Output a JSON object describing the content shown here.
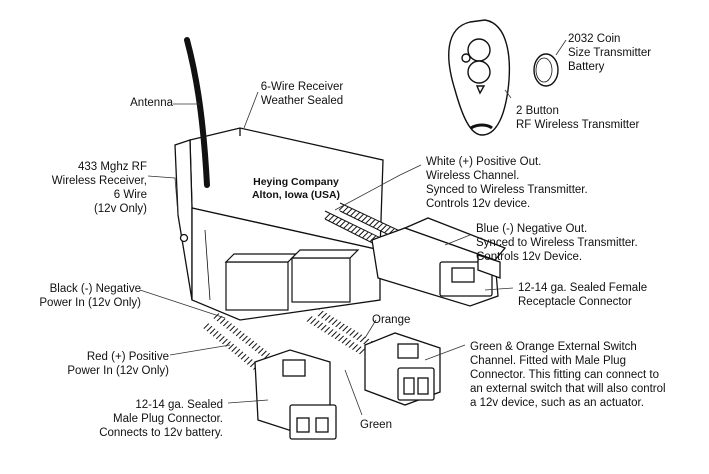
{
  "labels": {
    "antenna": "Antenna",
    "receiver_sealed": "6-Wire Receiver\nWeather Sealed",
    "rf_receiver": "433 Mghz RF\nWireless Receiver,\n6 Wire\n(12v Only)",
    "company": "Heying Company\nAlton, Iowa (USA)",
    "battery": "2032 Coin\nSize Transmitter\nBattery",
    "transmitter": "2 Button\nRF Wireless Transmitter",
    "white_out": "White (+) Positive Out.\nWireless Channel.\nSynced to Wireless Transmitter.\nControls 12v device.",
    "blue_out": "Blue (-) Negative Out.\nSynced to Wireless Transmitter.\nControls 12v Device.",
    "female_connector": "12-14 ga. Sealed Female\nReceptacle Connector",
    "black_in": "Black (-) Negative\nPower In (12v Only)",
    "orange": "Orange",
    "green_orange": "Green & Orange External Switch\nChannel. Fitted with Male Plug\nConnector. This fitting can connect to\nan external switch that will also control\na 12v device, such as an actuator.",
    "red_in": "Red (+) Positive\nPower In (12v Only)",
    "male_connector": "12-14 ga. Sealed\nMale Plug Connector.\nConnects to 12v battery.",
    "green": "Green"
  },
  "colors": {
    "ink": "#111111",
    "paper": "#ffffff"
  }
}
